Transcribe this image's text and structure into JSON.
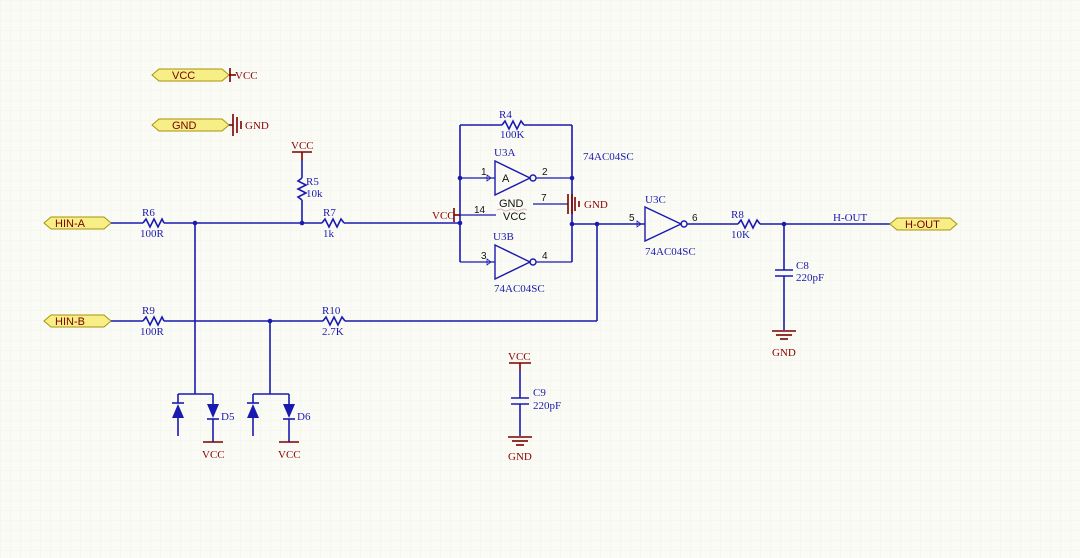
{
  "ports": {
    "vcc_port": "VCC",
    "gnd_port": "GND",
    "hin_a": "HIN-A",
    "hin_b": "HIN-B",
    "h_out": "H-OUT"
  },
  "power": {
    "vcc_top": "VCC",
    "gnd_top": "GND",
    "vcc_r5": "VCC",
    "vcc_u3": "VCC",
    "gnd_u3": "GND",
    "vcc_d5": "VCC",
    "vcc_d6": "VCC",
    "vcc_c9": "VCC",
    "gnd_c9": "GND",
    "gnd_c8": "GND"
  },
  "resistors": {
    "r4": {
      "ref": "R4",
      "value": "100K"
    },
    "r5": {
      "ref": "R5",
      "value": "10k"
    },
    "r6": {
      "ref": "R6",
      "value": "100R"
    },
    "r7": {
      "ref": "R7",
      "value": "1k"
    },
    "r8": {
      "ref": "R8",
      "value": "10K"
    },
    "r9": {
      "ref": "R9",
      "value": "100R"
    },
    "r10": {
      "ref": "R10",
      "value": "2.7K"
    }
  },
  "capacitors": {
    "c8": {
      "ref": "C8",
      "value": "220pF"
    },
    "c9": {
      "ref": "C9",
      "value": "220pF"
    }
  },
  "diodes": {
    "d5": "D5",
    "d6": "D6"
  },
  "gates": {
    "u3a": {
      "ref": "U3A",
      "part": "74AC04SC",
      "inner": "A",
      "pin_in": "1",
      "pin_out": "2"
    },
    "u3b": {
      "ref": "U3B",
      "part": "74AC04SC",
      "pin_in": "3",
      "pin_out": "4"
    },
    "u3c": {
      "ref": "U3C",
      "part": "74AC04SC",
      "pin_in": "5",
      "pin_out": "6"
    },
    "u3_power": {
      "pin_gnd": "7",
      "gnd_label": "GND",
      "pin_vcc": "14",
      "vcc_label": "VCC"
    }
  },
  "nets": {
    "h_out": "H-OUT"
  }
}
